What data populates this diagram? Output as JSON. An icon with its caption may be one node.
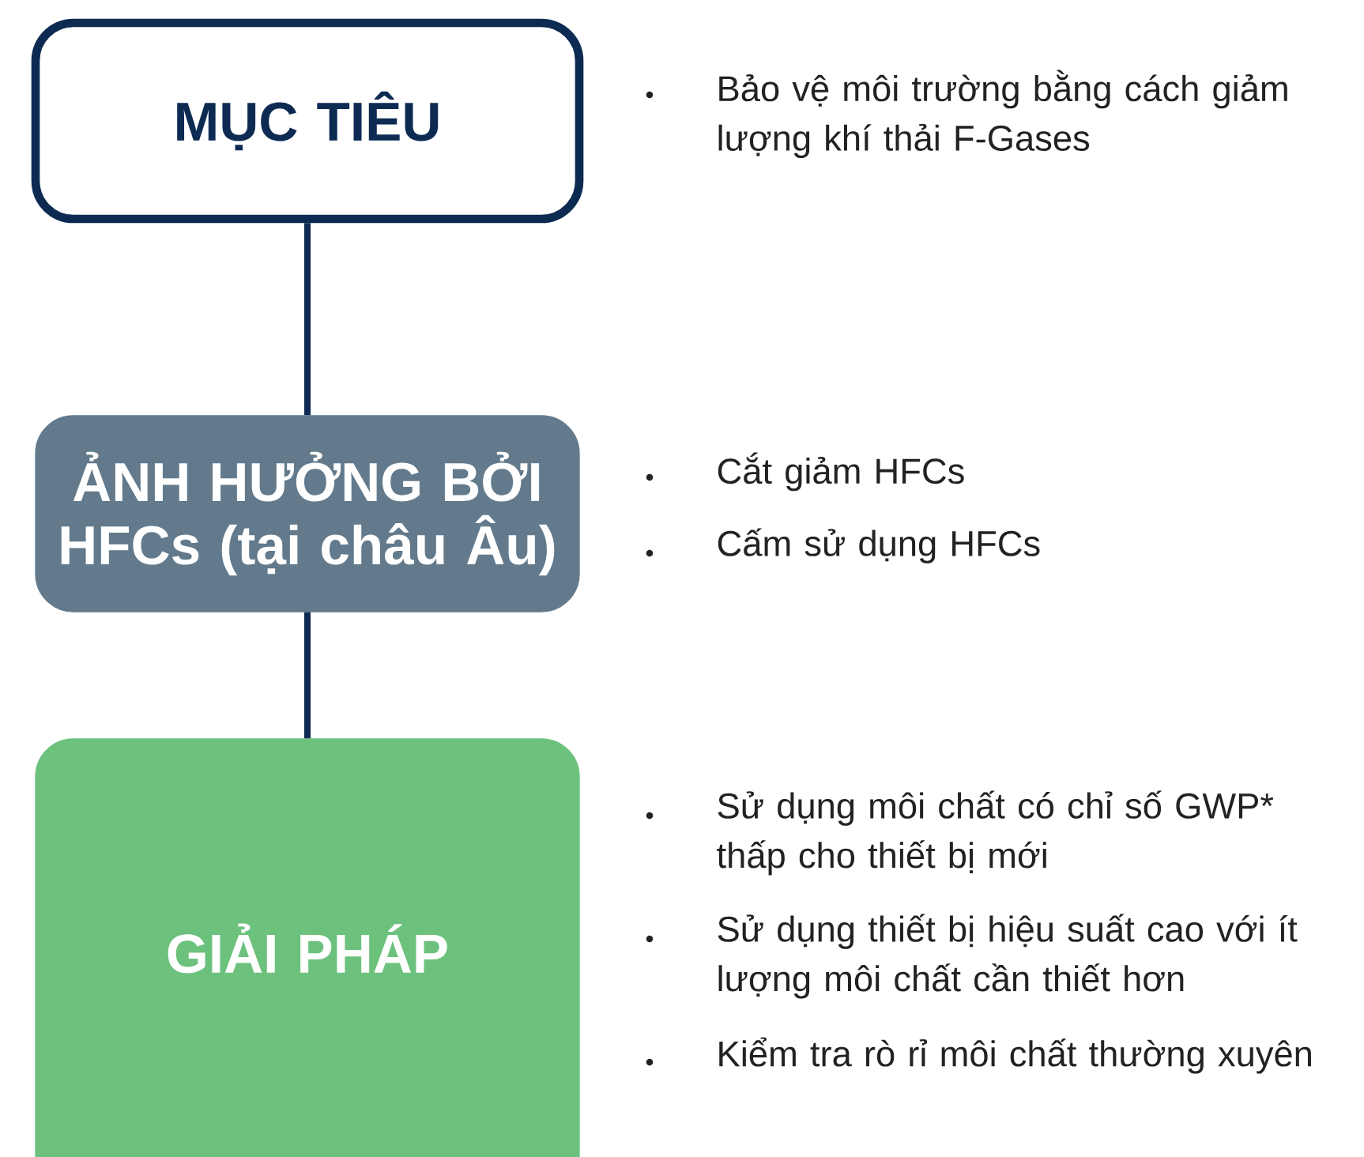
{
  "diagram": {
    "nodes": [
      {
        "text": [
          "MỤC TIÊU"
        ],
        "beside": [
          "Bảo vệ môi trường bằng cách giảm lượng khí thải F-Gases"
        ]
      },
      {
        "text": [
          "ẢNH HƯỞNG BỞI HFCs (tại châu Âu)"
        ],
        "beside": [
          "Cắt giảm HFCs",
          "Cấm sử dụng HFCs"
        ]
      },
      {
        "text": [
          "GIẢI PHÁP"
        ],
        "beside": [
          "Sử dụng môi chất có chỉ số GWP* thấp cho thiết bị mới",
          "Sử dụng thiết bị hiệu suất cao với ít lượng môi chất cần thiết hơn",
          "Kiểm tra rò rỉ môi chất thường xuyên"
        ]
      }
    ],
    "edges": [
      {
        "from": 0,
        "to": 1,
        "arrow": "none"
      },
      {
        "from": 1,
        "to": 2,
        "arrow": "none"
      }
    ]
  }
}
